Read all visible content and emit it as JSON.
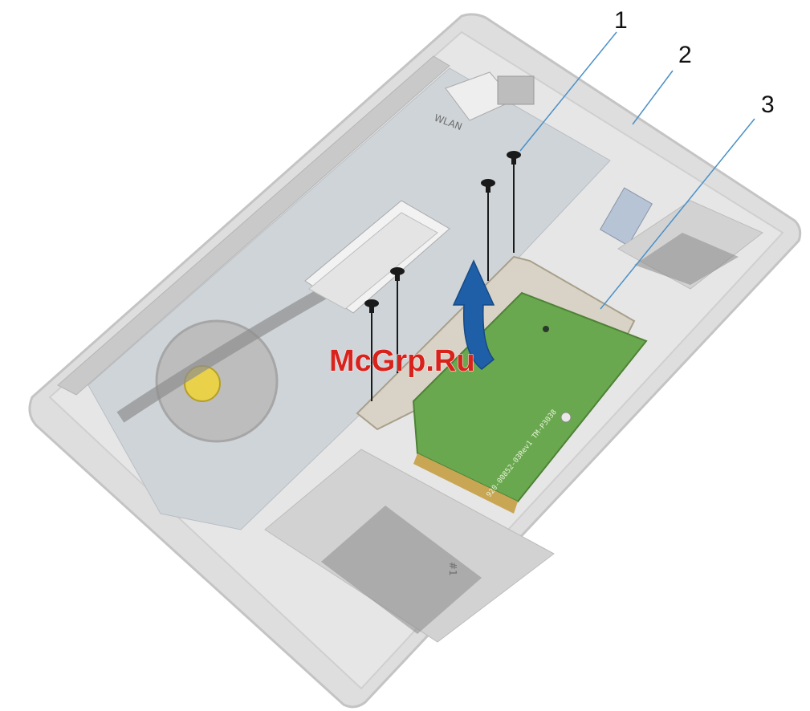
{
  "callouts": [
    {
      "number": "1"
    },
    {
      "number": "2"
    },
    {
      "number": "3"
    }
  ],
  "labels": {
    "wlan": "WLAN",
    "battery_mark": "#1",
    "touchpad_part_text": "920-00852-03Rev1 TM-P3038"
  },
  "watermark": "McGrp.Ru",
  "colors": {
    "chassis": "#dcdcdc",
    "chassis_edge": "#c4c4c4",
    "pcb_board": "#6aa84f",
    "bracket": "#d8d3c6",
    "arrow": "#1f5fa8",
    "callout_line": "#4a90c8",
    "screw": "#1a1a1a"
  },
  "icons": [
    "screw-icon",
    "lift-arrow-icon"
  ]
}
